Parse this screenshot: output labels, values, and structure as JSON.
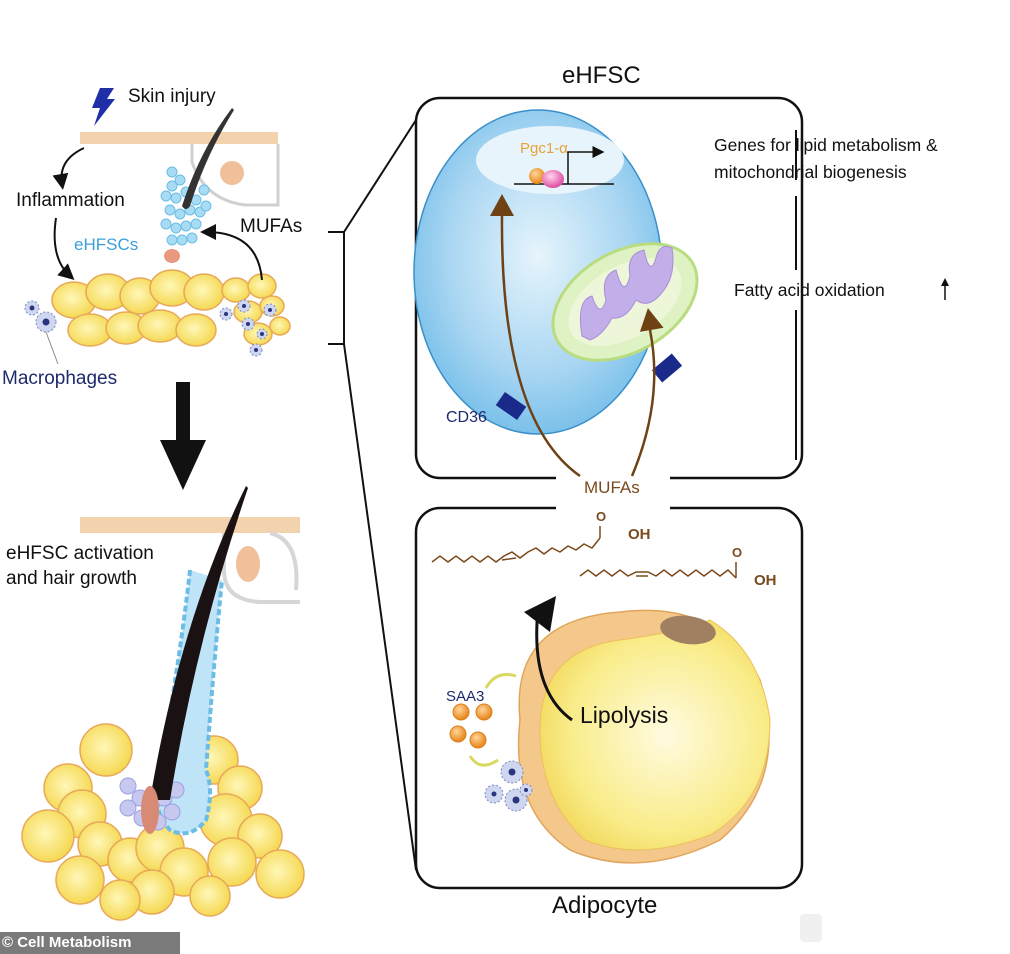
{
  "figure": {
    "credit": "© Cell Metabolism",
    "left_panel": {
      "skin_injury": "Skin injury",
      "inflammation": "Inflammation",
      "ehfscs": "eHFSCs",
      "mufas": "MUFAs",
      "macrophages": "Macrophages",
      "activation_line1": "eHFSC activation",
      "activation_line2": "and hair growth"
    },
    "ehfsc_panel": {
      "title": "eHFSC",
      "pgc1a": "Pgc1-α",
      "genes_line1": "Genes for lipid metabolism &",
      "genes_line2": "mitochondrial biogenesis",
      "fatty_acid": "Fatty acid oxidation",
      "cd36": "CD36"
    },
    "mufas_label": "MUFAs",
    "adipocyte_panel": {
      "title": "Adipocyte",
      "oh1": "OH",
      "oh2": "OH",
      "o1": "O",
      "o2": "O",
      "saa3": "SAA3",
      "lipolysis": "Lipolysis"
    },
    "colors": {
      "ehfsc_blue": "#2f9fd8",
      "pgc_orange": "#e8a23a",
      "cd36_navy": "#1a2a8a",
      "mufa_brown": "#7a4a1c",
      "fat_yellow": "#f7e36a",
      "macrophage_navy": "#1e2a6e"
    }
  }
}
